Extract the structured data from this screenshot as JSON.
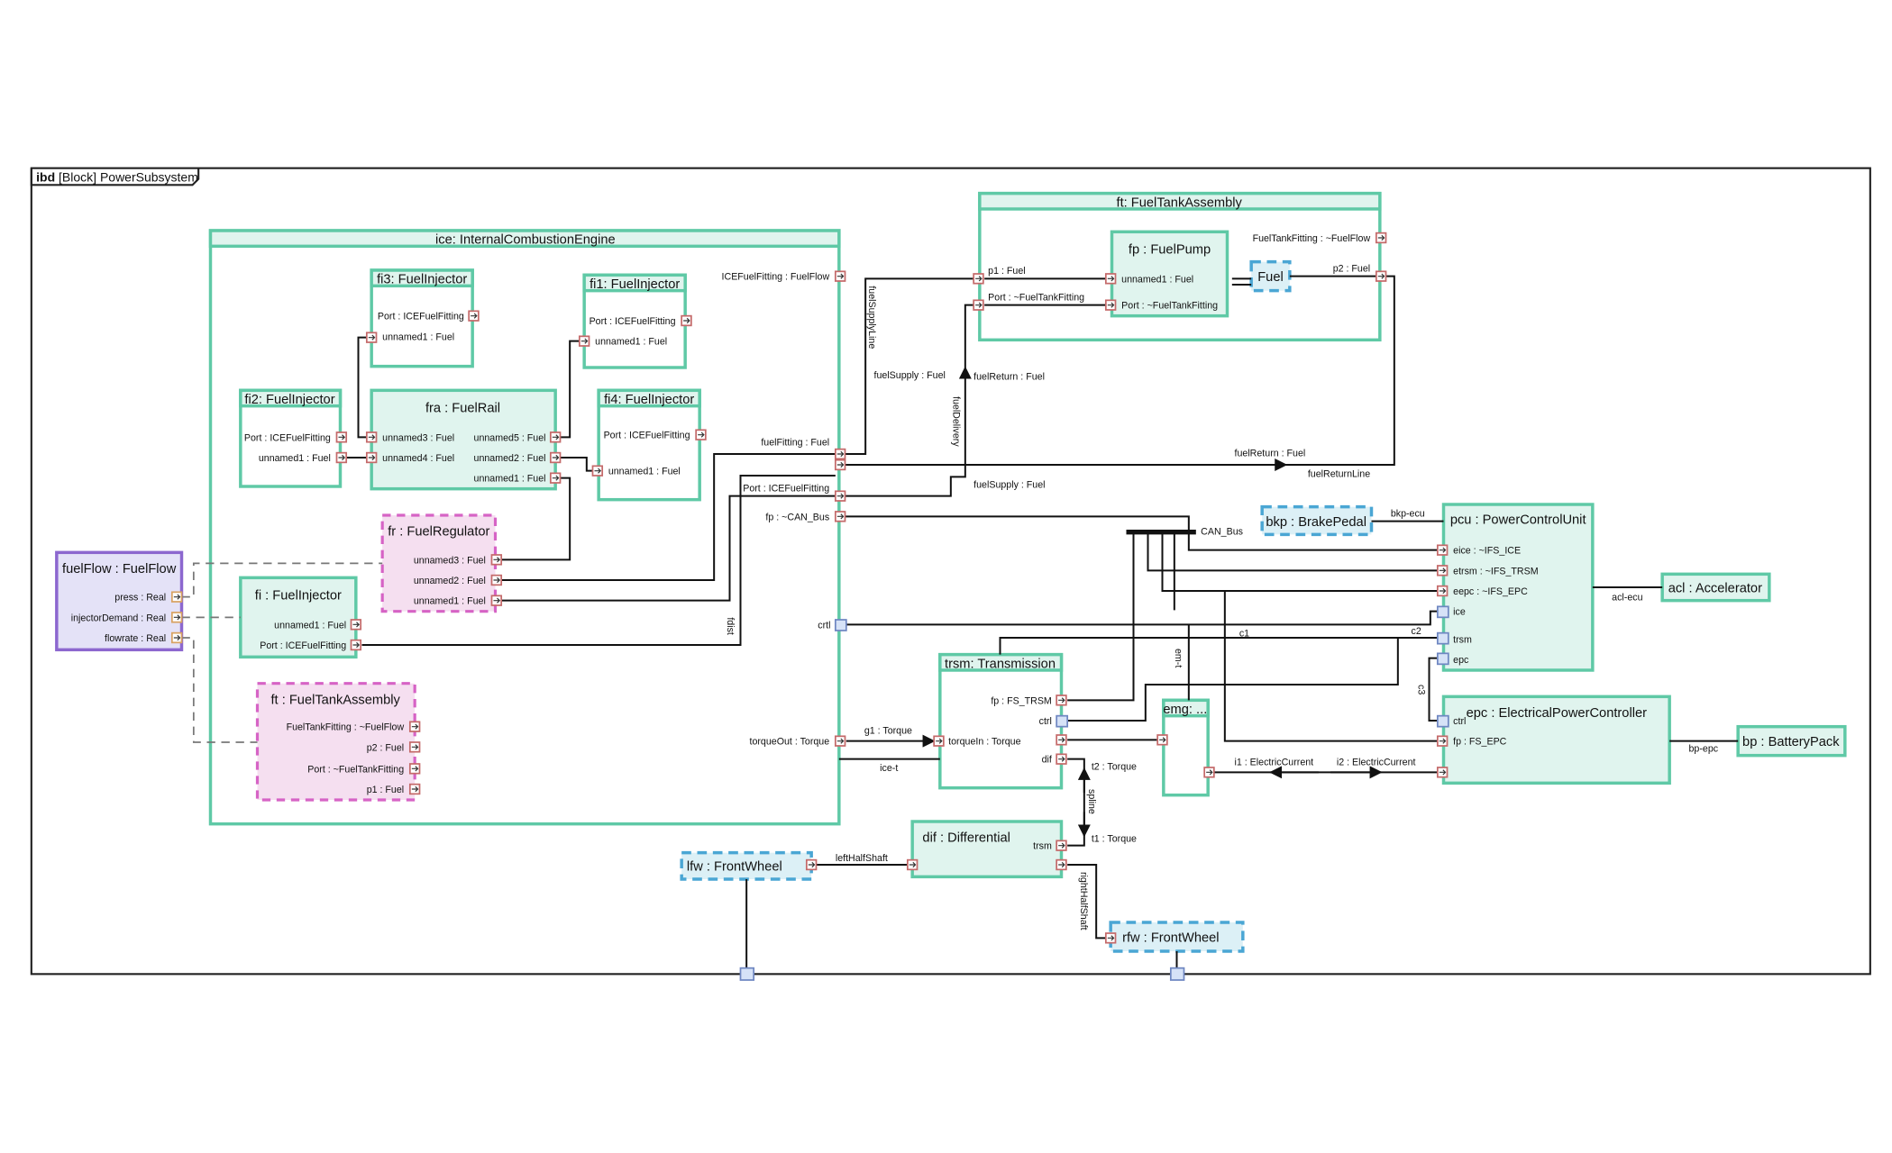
{
  "diagram_title": {
    "kind": "ibd",
    "rest": "[Block] PowerSubsystem"
  },
  "blocks": {
    "ice": "ice: InternalCombustionEngine",
    "ft_top": "ft: FuelTankAssembly",
    "fp": "fp : FuelPump",
    "fuel": "Fuel",
    "fi3": "fi3: FuelInjector",
    "fi1": "fi1: FuelInjector",
    "fi2": "fi2: FuelInjector",
    "fra": "fra : FuelRail",
    "fi4": "fi4: FuelInjector",
    "fr": "fr : FuelRegulator",
    "fi": "fi : FuelInjector",
    "ft_inner": "ft : FuelTankAssembly",
    "fuelflow": "fuelFlow : FuelFlow",
    "bkp": "bkp : BrakePedal",
    "pcu": "pcu : PowerControlUnit",
    "acl": "acl : Accelerator",
    "trsm": "trsm: Transmission",
    "emg": "emg: ...",
    "epc": "epc : ElectricalPowerController",
    "bp": "bp : BatteryPack",
    "dif": "dif : Differential",
    "lfw": "lfw : FrontWheel",
    "rfw": "rfw : FrontWheel"
  },
  "ports": {
    "ice_icefitting": "ICEFuelFitting : FuelFlow",
    "ice_fuelfitting": "fuelFitting : Fuel",
    "ice_port": "Port : ICEFuelFitting",
    "ice_fp": "fp : ~CAN_Bus",
    "ice_crtl": "crtl",
    "ice_torqueout": "torqueOut : Torque",
    "fi3_port": "Port : ICEFuelFitting",
    "fi3_u1": "unnamed1 : Fuel",
    "fi1_port": "Port : ICEFuelFitting",
    "fi1_u1": "unnamed1 : Fuel",
    "fi2_port": "Port : ICEFuelFitting",
    "fi2_u1": "unnamed1 : Fuel",
    "fra_u3": "unnamed3 : Fuel",
    "fra_u4": "unnamed4 : Fuel",
    "fra_u5": "unnamed5 : Fuel",
    "fra_u2": "unnamed2 : Fuel",
    "fra_u1": "unnamed1 : Fuel",
    "fi4_port": "Port : ICEFuelFitting",
    "fi4_u1": "unnamed1 : Fuel",
    "fr_u3": "unnamed3 : Fuel",
    "fr_u2": "unnamed2 : Fuel",
    "fr_u1": "unnamed1 : Fuel",
    "fi_u1": "unnamed1 : Fuel",
    "fi_port": "Port : ICEFuelFitting",
    "ftin_ftf": "FuelTankFitting : ~FuelFlow",
    "ftin_p2": "p2 : Fuel",
    "ftin_port": "Port : ~FuelTankFitting",
    "ftin_p1": "p1 : Fuel",
    "ff_press": "press : Real",
    "ff_inj": "injectorDemand : Real",
    "ff_flow": "flowrate : Real",
    "ft_ftf": "FuelTankFitting : ~FuelFlow",
    "ft_p1": "p1 : Fuel",
    "ft_port": "Port : ~FuelTankFitting",
    "ft_p2": "p2 : Fuel",
    "fp_u1": "unnamed1 : Fuel",
    "fp_port": "Port : ~FuelTankFitting",
    "pcu_eice": "eice : ~IFS_ICE",
    "pcu_etrsm": "etrsm : ~IFS_TRSM",
    "pcu_eepc": "eepc : ~IFS_EPC",
    "pcu_ice": "ice",
    "pcu_trsm": "trsm",
    "pcu_epc": "epc",
    "trsm_fp": "fp : FS_TRSM",
    "trsm_ctrl": "ctrl",
    "trsm_dif": "dif",
    "trsm_torquein": "torqueIn : Torque",
    "epc_ctrl": "ctrl",
    "epc_fp": "fp : FS_EPC",
    "dif_trsm": "trsm"
  },
  "connectors": {
    "fuelSupplyLine": "fuelSupplyLine",
    "fuelSupply1": "fuelSupply : Fuel",
    "fuelReturn1": "fuelReturn : Fuel",
    "fuelDelivery": "fuelDelivery",
    "fuelReturn2": "fuelReturn : Fuel",
    "fuelReturnLine": "fuelReturnLine",
    "fuelSupply2": "fuelSupply : Fuel",
    "fdist": "fdist",
    "can_bus": "CAN_Bus",
    "bkp_ecu": "bkp-ecu",
    "acl_ecu": "acl-ecu",
    "c1": "c1",
    "c2": "c2",
    "c3": "c3",
    "em_t": "em-t",
    "g1": "g1 : Torque",
    "ice_t": "ice-t",
    "t2": "t2 : Torque",
    "spline": "spline",
    "t1": "t1 : Torque",
    "i1": "i1 : ElectricCurrent",
    "i2": "i2 : ElectricCurrent",
    "bp_epc": "bp-epc",
    "leftHalfShaft": "leftHalfShaft",
    "rightHalfShaft": "rightHalfShaft"
  },
  "colors": {
    "part_border": "#5fc9a6",
    "part_fill": "#e0f4ee",
    "reference_border": "#4aa6d4",
    "reference_fill": "#dcf0f6",
    "pink_border": "#d663c5",
    "pink_fill": "#f5dff0",
    "purple_border": "#8c67cf",
    "purple_fill": "#e4e2f7",
    "port_border": "#c46a6a"
  },
  "icons": {
    "proxy_port": "bidirectional-arrow-square",
    "in_port": "arrow-in-square",
    "out_port": "arrow-out-square",
    "standard_port": "blue-square"
  }
}
